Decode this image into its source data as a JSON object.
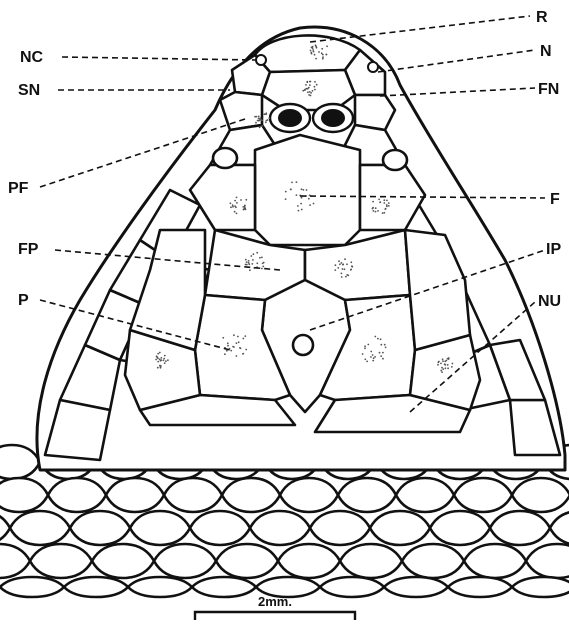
{
  "labels": {
    "R": "R",
    "NC": "NC",
    "N": "N",
    "SN": "SN",
    "FN": "FN",
    "PF": "PF",
    "F": "F",
    "FP": "FP",
    "IP": "IP",
    "P": "P",
    "NU": "NU"
  },
  "scale_bar_label": "2mm."
}
